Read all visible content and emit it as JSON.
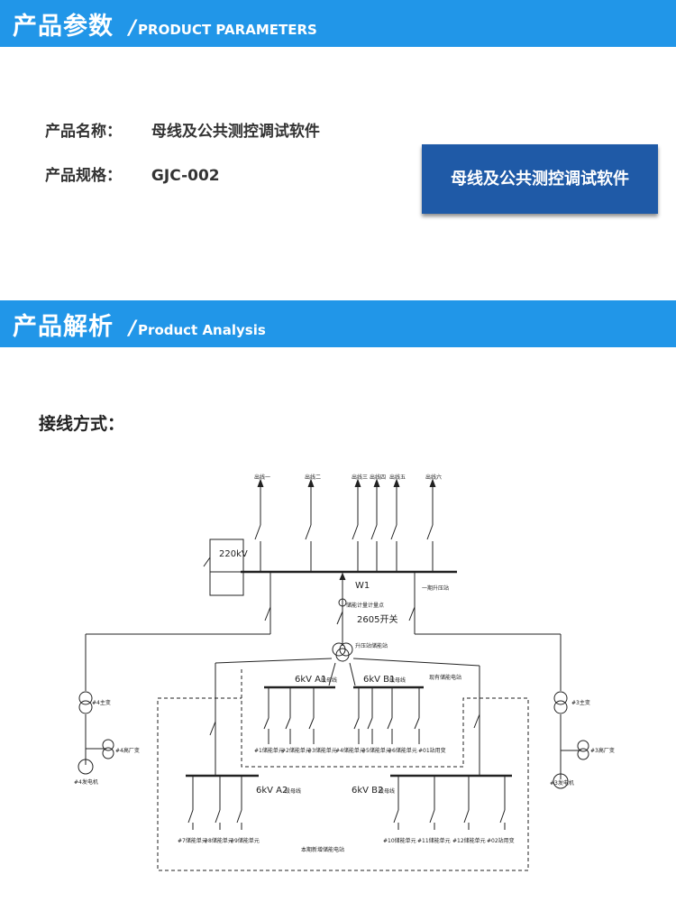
{
  "params_section": {
    "title_cn": "产品参数",
    "title_en": "PRODUCT PARAMETERS"
  },
  "product": {
    "name_label": "产品名称：",
    "name_value": "母线及公共测控调试软件",
    "spec_label": "产品规格：",
    "spec_value": "GJC-002",
    "highlight_title": "母线及公共测控调试软件"
  },
  "analysis_section": {
    "title_cn": "产品解析",
    "title_en": "Product Analysis"
  },
  "wiring_label": "接线方式：",
  "diagram": {
    "feeders": [
      "出线一",
      "出线二",
      "出线三",
      "出线四",
      "出线五",
      "出线六"
    ],
    "bus_220": "220kV",
    "w1": "W1",
    "storage_meter": "储能计量计量点",
    "breaker_2605": "2605开关",
    "bus_note": "一期升压站",
    "transformer_note": "升压站储能站",
    "bus_a1": "6kV A1",
    "bus_a1_sub": "段母线",
    "bus_b1": "6kV B1",
    "bus_b1_sub": "段母线",
    "existing_station": "现有储能电站",
    "main4": "#4主变",
    "aux4": "#4高厂变",
    "gen4": "#4发电机",
    "main3": "#3主变",
    "aux3": "#3高厂变",
    "gen3": "#3发电机",
    "units_top": [
      "#1储能单元",
      "#2储能单元",
      "#3储能单元",
      "#4储能单元",
      "#5储能单元",
      "#6储能单元",
      "#01站用变"
    ],
    "bus_a2": "6kV A2",
    "bus_a2_sub": "段母线",
    "bus_b2": "6kV B2",
    "bus_b2_sub": "段母线",
    "units_bottom_left": [
      "#7储能单元",
      "#8储能单元",
      "#9储能单元"
    ],
    "units_bottom_right": [
      "#10储能单元",
      "#11储能单元",
      "#12储能单元",
      "#02站用变"
    ],
    "new_station": "本期新增储能电站"
  }
}
